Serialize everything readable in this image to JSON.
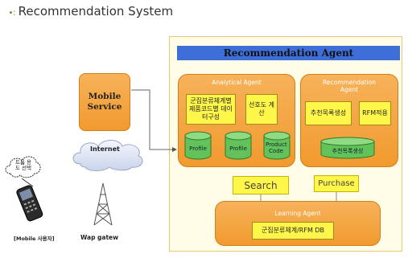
{
  "title": "Recommendation System",
  "recommendation_agent": {
    "header": "Recommendation Agent",
    "analytical_agent": {
      "title": "Analytical Agent",
      "box1": "군집분류체계별 제품코드별 데이터구성",
      "box2": "선호도 계산",
      "dbs": [
        "Profile",
        "Profile",
        "Product Code"
      ]
    },
    "rec_subagent": {
      "title": "Recommendation Agent",
      "box1": "추천목록생성",
      "box2": "RFM적용",
      "db": "추천목록생성"
    },
    "search": "Search",
    "purchase": "Purchase",
    "learning_agent": {
      "title": "Learning Agent",
      "box": "군집분류체계/RFM DB"
    }
  },
  "mobile_service": "Mobile Service",
  "internet": "Internet",
  "wap_gateway": "Wap gatew",
  "mobile_user": "[Mobile 사용자]",
  "cloud_text": "트롬 용도 선택"
}
